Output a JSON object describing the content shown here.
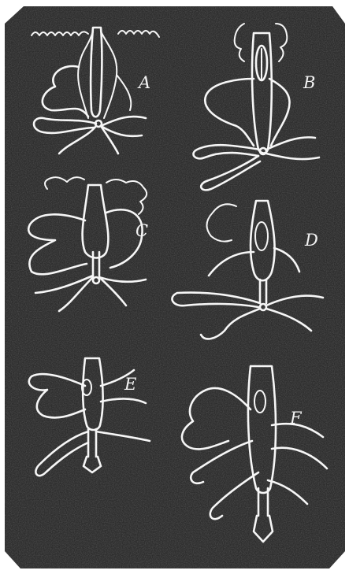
{
  "figure": {
    "labels": [
      "A",
      "B",
      "C",
      "D",
      "E",
      "F"
    ],
    "colors": {
      "plate": "#2b2b2b",
      "outline": "#f6f6f6",
      "paper": "#ffffff"
    }
  }
}
